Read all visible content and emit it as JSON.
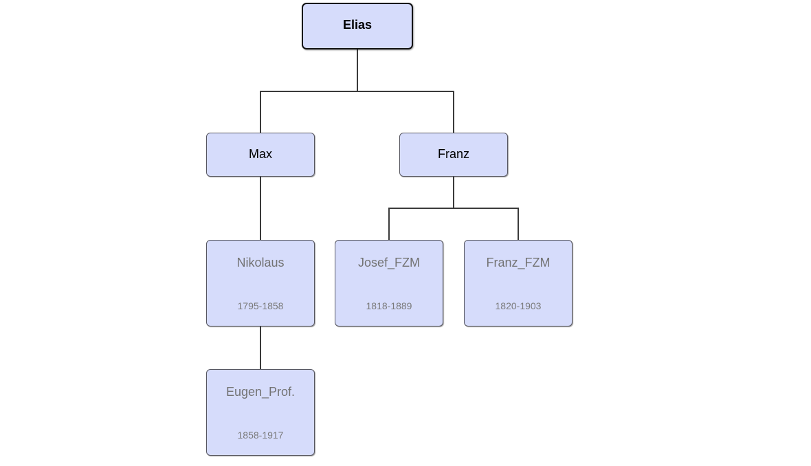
{
  "tree": {
    "nodes": [
      {
        "id": "elias",
        "name": "Elias",
        "dates": "",
        "style": "root"
      },
      {
        "id": "max",
        "name": "Max",
        "dates": "",
        "style": "primary"
      },
      {
        "id": "franz",
        "name": "Franz",
        "dates": "",
        "style": "primary"
      },
      {
        "id": "nikolaus",
        "name": "Nikolaus",
        "dates": "1795-1858",
        "style": "secondary"
      },
      {
        "id": "josef-fzm",
        "name": "Josef_FZM",
        "dates": "1818-1889",
        "style": "secondary"
      },
      {
        "id": "franz-fzm",
        "name": "Franz_FZM",
        "dates": "1820-1903",
        "style": "secondary"
      },
      {
        "id": "eugen-prof",
        "name": "Eugen_Prof.",
        "dates": "1858-1917",
        "style": "secondary"
      }
    ],
    "edges": [
      {
        "from": "elias",
        "to": "max"
      },
      {
        "from": "elias",
        "to": "franz"
      },
      {
        "from": "max",
        "to": "nikolaus"
      },
      {
        "from": "franz",
        "to": "josef-fzm"
      },
      {
        "from": "franz",
        "to": "franz-fzm"
      },
      {
        "from": "nikolaus",
        "to": "eugen-prof"
      }
    ],
    "colors": {
      "node_fill": "#d6dcfb",
      "connector": "#3a3a3a",
      "primary_text": "#000000",
      "secondary_text": "#737373"
    }
  }
}
